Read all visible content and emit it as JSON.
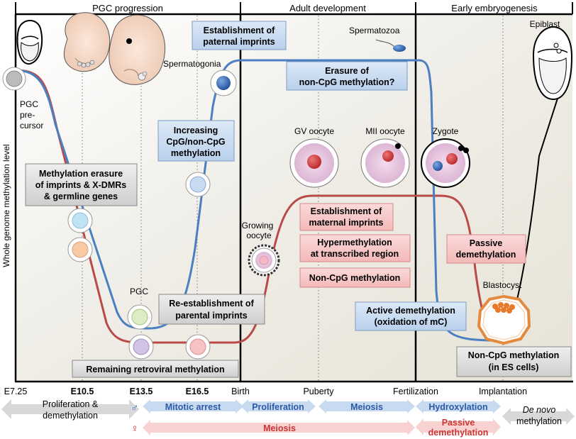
{
  "colors": {
    "male": "#4a7fc0",
    "female": "#b94a48",
    "blue_box": "#c8dbf0",
    "red_box": "#f7c9c9",
    "grey_box": "#d9d9d9",
    "bg": "#f1eee6"
  },
  "header": {
    "sec1": "PGC progression",
    "sec2": "Adult development",
    "sec3": "Early embryogenesis"
  },
  "ylabel": "Whole genome methylation level",
  "xticks": [
    "E7.25",
    "E10.5",
    "E13.5",
    "E16.5",
    "Birth",
    "Puberty",
    "Fertilization",
    "Implantation"
  ],
  "labels": {
    "pgc_pre_1": "PGC",
    "pgc_pre_2": "pre-",
    "pgc_pre_3": "cursor",
    "spermatogonia": "Spermatogonia",
    "spermatozoa": "Spermatozoa",
    "gv": "GV oocyte",
    "mii": "MII oocyte",
    "zygote": "Zygote",
    "growing_1": "Growing",
    "growing_2": "oocyte",
    "pgc": "PGC",
    "blastocyst": "Blastocyst",
    "epiblast": "Epiblast"
  },
  "boxes": {
    "est_pat_1": "Establishment of",
    "est_pat_2": "paternal imprints",
    "erasure_1": "Erasure of",
    "erasure_2": "non-CpG methylation?",
    "increasing_1": "Increasing",
    "increasing_2": "CpG/non-CpG",
    "increasing_3": "methylation",
    "meth_erasure_1": "Methylation erasure",
    "meth_erasure_2": "of imprints & X-DMRs",
    "meth_erasure_3": "& germline genes",
    "est_mat_1": "Establishment of",
    "est_mat_2": "maternal imprints",
    "hyper_1": "Hypermethylation",
    "hyper_2": "at transcribed region",
    "noncpg": "Non-CpG methylation",
    "passive_1": "Passive",
    "passive_2": "demethylation",
    "reest_1": "Re-establishment of",
    "reest_2": "parental imprints",
    "active_1": "Active demethylation",
    "active_2": "(oxidation of mC)",
    "remaining": "Remaining retroviral methylation",
    "noncpg_es_1": "Non-CpG methylation",
    "noncpg_es_2": "(in ES cells)"
  },
  "phases": {
    "prolif_dem_1": "Proliferation &",
    "prolif_dem_2": "demethylation",
    "male_symbol": "♂",
    "female_symbol": "♀",
    "mitotic_arrest": "Mitotic arrest",
    "proliferation": "Proliferation",
    "meiosis_m": "Meiosis",
    "hydroxylation": "Hydroxylation",
    "meiosis_f": "Meiosis",
    "passive_dem_1": "Passive",
    "passive_dem_2": "demethylation",
    "denovo_1": "De novo",
    "denovo_2": "methylation"
  }
}
